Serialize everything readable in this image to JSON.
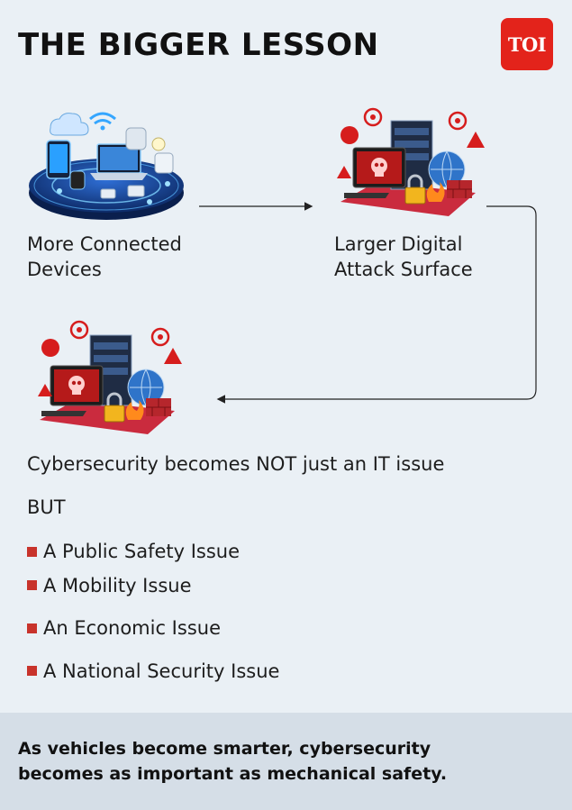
{
  "header": {
    "title": "THE BIGGER LESSON",
    "logo_text": "TOI",
    "logo_color": "#e3231b"
  },
  "flow": {
    "nodes": [
      {
        "label_line1": "More Connected",
        "label_line2": "Devices",
        "icon": "connected-devices-icon"
      },
      {
        "label_line1": "Larger Digital",
        "label_line2": "Attack Surface",
        "icon": "cyber-attack-icon"
      },
      {
        "icon": "cyber-attack-icon"
      }
    ]
  },
  "statement": "Cybersecurity becomes NOT just an IT issue",
  "connector": "BUT",
  "issues": [
    "A Public Safety Issue",
    "A Mobility Issue",
    "An Economic Issue",
    "A National Security Issue"
  ],
  "bullet_color": "#c8332b",
  "footer": {
    "line1": "As vehicles become smarter, cybersecurity",
    "line2": "becomes as important as mechanical safety."
  }
}
